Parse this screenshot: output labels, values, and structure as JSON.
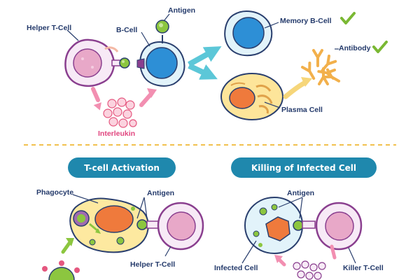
{
  "top": {
    "labels": {
      "helper_t_cell": "Helper T-Cell",
      "b_cell": "B-Cell",
      "antigen": "Antigen",
      "memory_b_cell": "Memory B-Cell",
      "antibody": "Antibody",
      "plasma_cell": "Plasma Cell",
      "interleukin": "Interleukin"
    }
  },
  "bottom_left": {
    "title": "T-cell Activation",
    "labels": {
      "phagocyte": "Phagocyte",
      "antigen": "Antigen",
      "helper_t_cell": "Helper T-Cell"
    }
  },
  "bottom_right": {
    "title": "Killing of Infected Cell",
    "labels": {
      "antigen": "Antigen",
      "infected_cell": "Infected Cell",
      "killer_t_cell": "Killer T-Cell"
    }
  },
  "colors": {
    "outline": "#2a3f6e",
    "cell_purple": "#8a3f8f",
    "nucleus_pink": "#e8a8c8",
    "nucleus_blue": "#2d8fd6",
    "cell_light_blue": "#e2f3fa",
    "plasma_yellow": "#fde59a",
    "phagocyte_yellow": "#fde9a0",
    "nucleus_orange": "#ef7a3c",
    "antigen_green": "#8cc63f",
    "check_green": "#7ab833",
    "arrow_teal": "#5cc7d8",
    "arrow_pink": "#f28fb1",
    "arrow_yellow": "#f6d67a",
    "title_bg": "#1f88ad",
    "divider": "#f2c14e"
  },
  "icons": [
    "checkmark-icon",
    "antigen-icon",
    "arrow-icon"
  ]
}
